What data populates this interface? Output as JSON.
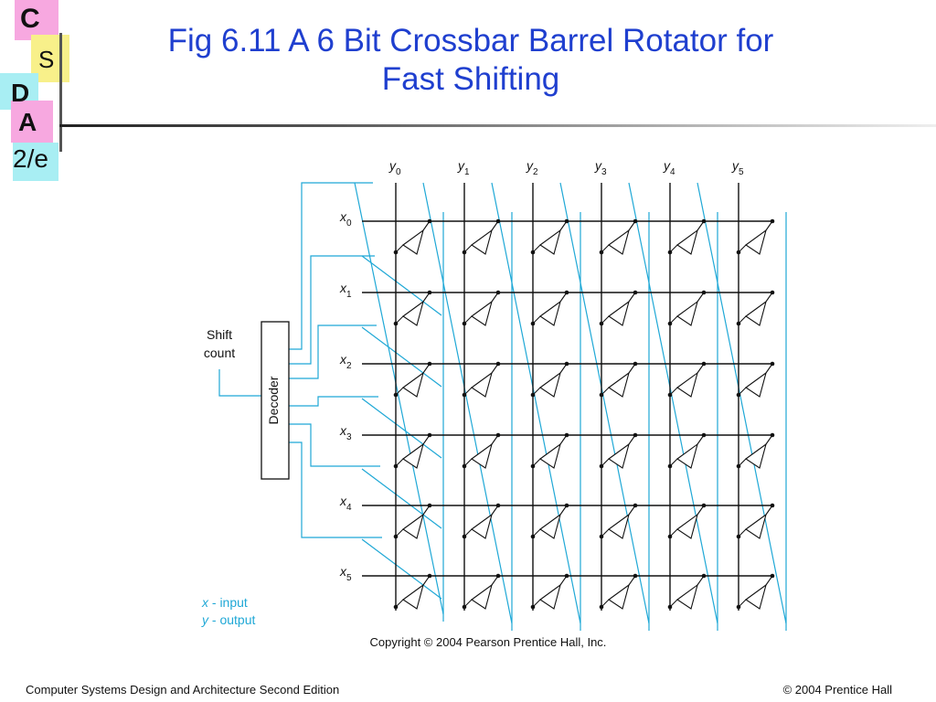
{
  "slide": {
    "title_line1": "Fig 6.11  A 6 Bit Crossbar Barrel Rotator for",
    "title_line2": "Fast Shifting",
    "footer_left": "Computer Systems Design and Architecture Second Edition",
    "footer_right": "© 2004 Prentice Hall"
  },
  "logo": {
    "letters": [
      "C",
      "S",
      "D",
      "A"
    ],
    "edition": "2/e",
    "colors": {
      "pink": "#f7a8e0",
      "yellow": "#f8f08a",
      "cyan": "#a8eef3"
    }
  },
  "diagram": {
    "outputs": [
      {
        "base": "y",
        "sub": "0"
      },
      {
        "base": "y",
        "sub": "1"
      },
      {
        "base": "y",
        "sub": "2"
      },
      {
        "base": "y",
        "sub": "3"
      },
      {
        "base": "y",
        "sub": "4"
      },
      {
        "base": "y",
        "sub": "5"
      }
    ],
    "inputs": [
      {
        "base": "x",
        "sub": "0"
      },
      {
        "base": "x",
        "sub": "1"
      },
      {
        "base": "x",
        "sub": "2"
      },
      {
        "base": "x",
        "sub": "3"
      },
      {
        "base": "x",
        "sub": "4"
      },
      {
        "base": "x",
        "sub": "5"
      }
    ],
    "decoder_label": "Decoder",
    "shift_label_line1": "Shift",
    "shift_label_line2": "count",
    "legend_x_var": "x",
    "legend_x_text": " - input",
    "legend_y_var": "y",
    "legend_y_text": " - output",
    "copyright": "Copyright © 2004 Pearson Prentice Hall, Inc.",
    "colors": {
      "wire": "#1fa8d6",
      "line": "#111111"
    }
  }
}
